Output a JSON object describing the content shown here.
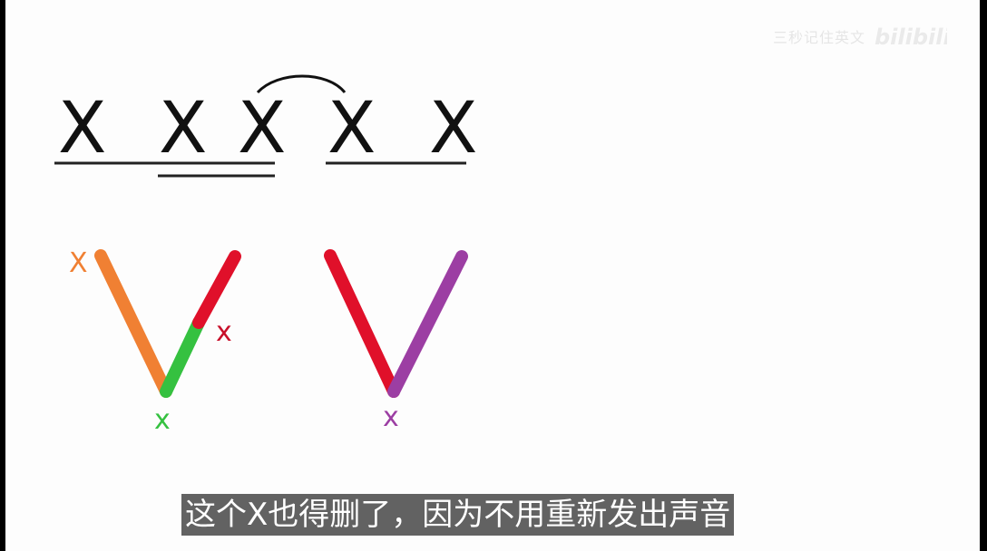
{
  "watermark": {
    "channel_text": "三秒记住英文",
    "logo_text": "bilibili"
  },
  "diagram": {
    "letter": "X",
    "top_row": [
      "X",
      "X",
      "X",
      "X",
      "X"
    ],
    "v_left_labels": {
      "top_left": "X",
      "right_mid": "x",
      "bottom": "x"
    },
    "v_right_labels": {
      "bottom": "x"
    },
    "colors": {
      "orange": "#f08033",
      "red": "#e0102a",
      "green": "#35c140",
      "purple": "#9c3ea3",
      "ink": "#111111"
    }
  },
  "subtitle": {
    "text": "这个X也得删了，因为不用重新发出声音"
  }
}
